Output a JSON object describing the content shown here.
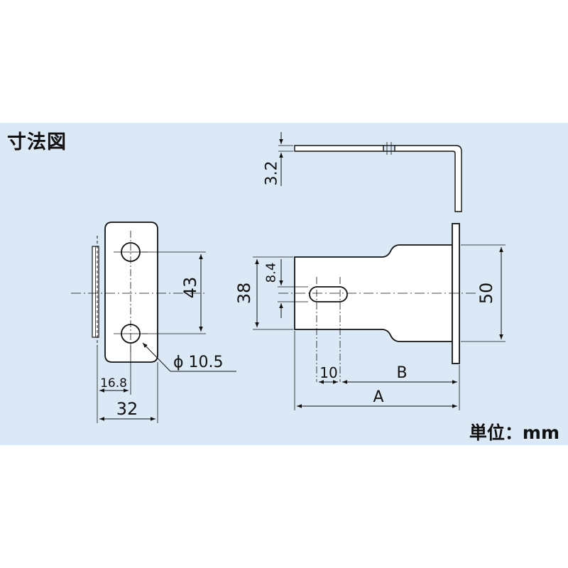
{
  "header": {
    "title": "寸法図"
  },
  "footer": {
    "unit_label": "単位：mm"
  },
  "colors": {
    "panel_background": "#dbe8f5",
    "part_fill": "#ffffff",
    "line": "#111111"
  },
  "front_view": {
    "hole_pitch_label": "43",
    "hole_diameter_label": "ϕ 10.5",
    "hole_offset_label": "16.8",
    "width_label": "32"
  },
  "side_view": {
    "thickness_label": "3.2",
    "inner_height_label": "38",
    "slot_width_label": "8.4",
    "flange_height_label": "50",
    "slot_length_label": "10",
    "length_b_label": "B",
    "length_a_label": "A"
  }
}
